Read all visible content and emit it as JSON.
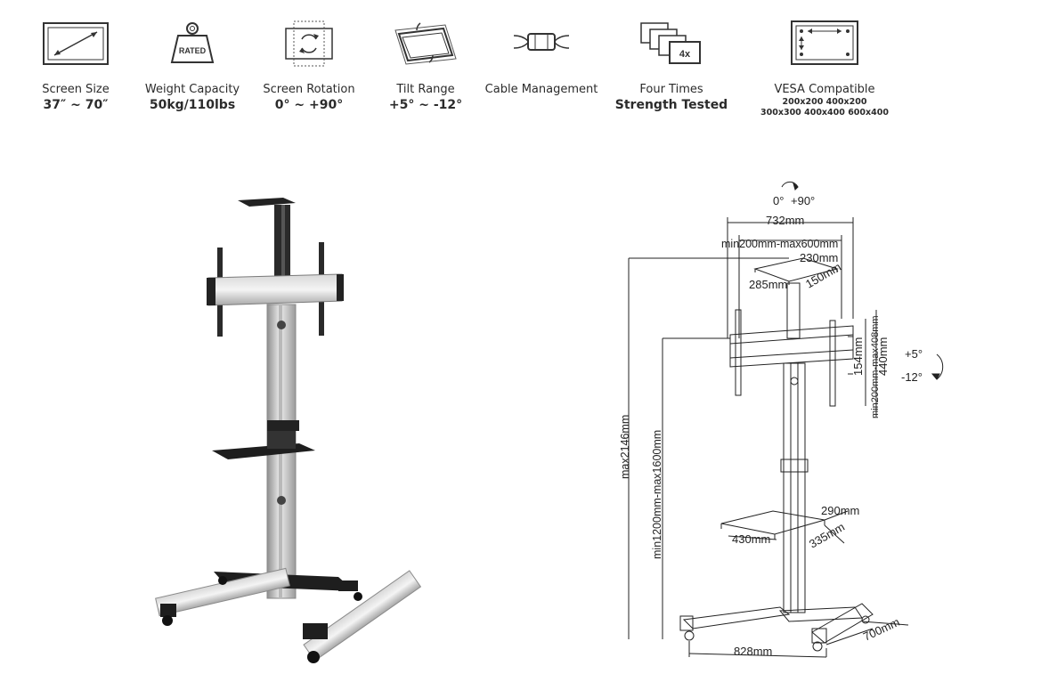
{
  "features": [
    {
      "icon": "screen-size-icon",
      "label": "Screen Size",
      "value": "37″ ~ 70″"
    },
    {
      "icon": "weight-capacity-icon",
      "icon_text": "RATED",
      "label": "Weight Capacity",
      "value": "50kg/110lbs"
    },
    {
      "icon": "screen-rotation-icon",
      "label": "Screen Rotation",
      "value": "0° ~ +90°"
    },
    {
      "icon": "tilt-range-icon",
      "label": "Tilt Range",
      "value": "+5° ~ -12°"
    },
    {
      "icon": "cable-management-icon",
      "label": "Cable Management",
      "value": ""
    },
    {
      "icon": "strength-tested-icon",
      "icon_text": "4x",
      "label": "Four Times",
      "value": "Strength Tested"
    },
    {
      "icon": "vesa-icon",
      "label": "VESA Compatible",
      "value": "",
      "sub1": "200x200 400x200",
      "sub2": "300x300 400x400 600x400"
    }
  ],
  "diagram": {
    "rotation_0": "0°",
    "rotation_90": "+90°",
    "mount_width": "732mm",
    "vesa_width": "min200mm-max600mm",
    "top_shelf_width": "230mm",
    "top_shelf_depth_a": "285mm",
    "top_shelf_depth_b": "150mm",
    "bracket_height": "154mm",
    "vesa_height": "min200mm-max408mm",
    "arm_height": "440mm",
    "tilt_up": "+5°",
    "tilt_down": "-12°",
    "max_height": "max2146mm",
    "center_height": "min1200mm-max1600mm",
    "shelf_width": "290mm",
    "shelf_front": "430mm",
    "shelf_depth": "335mm",
    "base_width": "828mm",
    "base_depth": "700mm"
  }
}
